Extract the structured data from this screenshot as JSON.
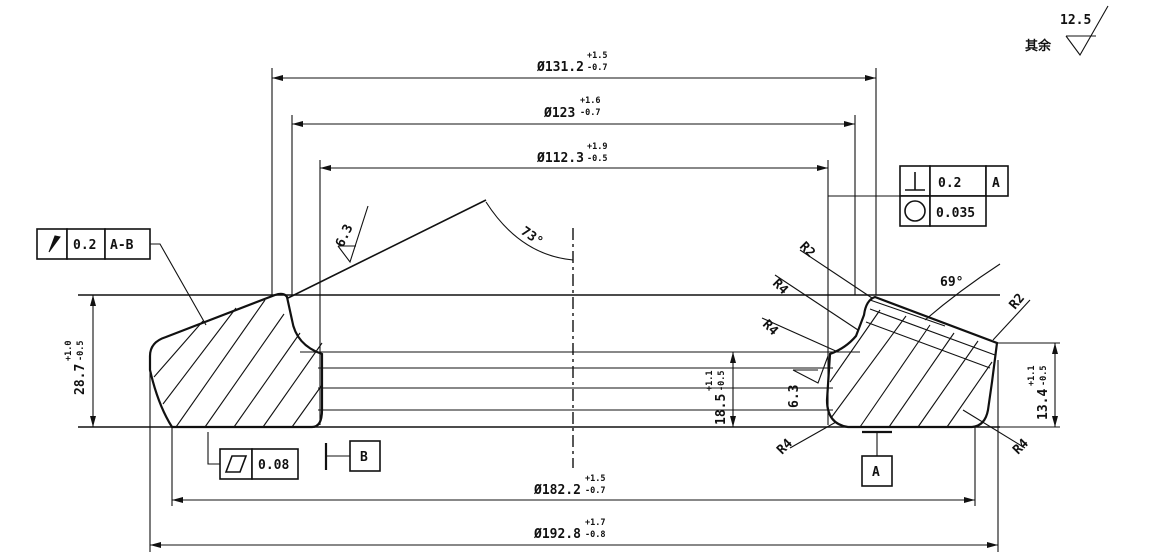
{
  "roughness": {
    "prefix": "其余",
    "value": "12.5"
  },
  "dimensions": {
    "d131": {
      "nominal": "Ø131.2",
      "upper": "+1.5",
      "lower": "-0.7"
    },
    "d123": {
      "nominal": "Ø123",
      "upper": "+1.6",
      "lower": "-0.7"
    },
    "d112": {
      "nominal": "Ø112.3",
      "upper": "+1.9",
      "lower": "-0.5"
    },
    "d182": {
      "nominal": "Ø182.2",
      "upper": "+1.5",
      "lower": "-0.7"
    },
    "d192": {
      "nominal": "Ø192.8",
      "upper": "+1.7",
      "lower": "-0.8"
    },
    "h28": {
      "nominal": "28.7",
      "upper": "+1.0",
      "lower": "-0.5"
    },
    "h18": {
      "nominal": "18.5",
      "upper": "+1.1",
      "lower": "-0.5"
    },
    "h13": {
      "nominal": "13.4",
      "upper": "+1.1",
      "lower": "-0.5"
    }
  },
  "angles": {
    "a73": "73°",
    "a69": "69°"
  },
  "surface_marks": {
    "s1": "6.3",
    "s2": "6.3"
  },
  "radii": {
    "r2a": "R2",
    "r2b": "R2",
    "r4a": "R4",
    "r4b": "R4",
    "r4c": "R4",
    "r4d": "R4"
  },
  "tolerance_frames": {
    "perpendicularity": {
      "value": "0.2",
      "datum": "A"
    },
    "roundness": {
      "value": "0.035"
    },
    "runout": {
      "value": "0.2",
      "datum": "A-B"
    },
    "flatness": {
      "value": "0.08"
    }
  },
  "datums": {
    "a": "A",
    "b": "B"
  }
}
